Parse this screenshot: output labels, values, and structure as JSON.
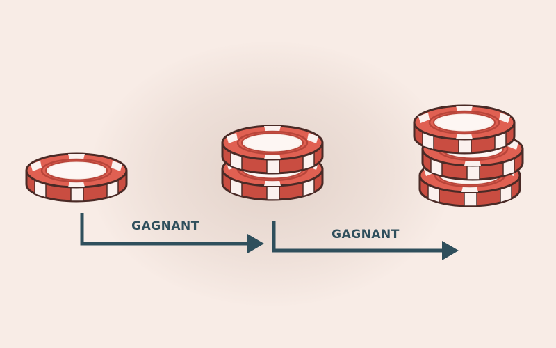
{
  "labels": {
    "step1": "GAGNANT",
    "step2": "GAGNANT"
  },
  "stacks": [
    {
      "name": "one-chip",
      "chips": 1
    },
    {
      "name": "two-chips",
      "chips": 2
    },
    {
      "name": "three-chips",
      "chips": 3
    }
  ],
  "colors": {
    "background": "#f8ece6",
    "chip_red": "#e06052",
    "chip_dark": "#b8453a",
    "chip_white": "#fbf1ee",
    "outline": "#4a2a26",
    "arrow": "#2f4f5c"
  }
}
